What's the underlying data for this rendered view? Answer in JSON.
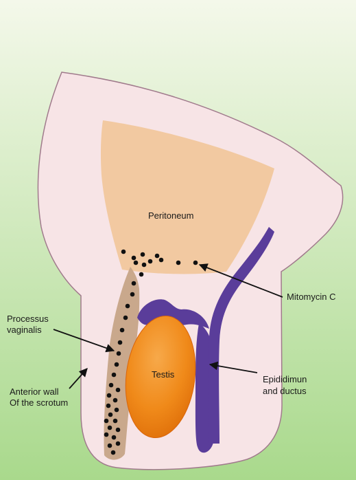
{
  "labels": {
    "peritoneum": "Peritoneum",
    "mitomycin": "Mitomycin C",
    "processus_line1": "Processus",
    "processus_line2": "vaginalis",
    "testis": "Testis",
    "epididimun_line1": "Epididimun",
    "epididimun_line2": "and ductus",
    "anterior_line1": "Anterior wall",
    "anterior_line2": "Of the scrotum"
  },
  "colors": {
    "background_top": "#f4f8ea",
    "background_bottom": "#a9d98c",
    "scrotum_body": "#f7e4e6",
    "outline": "#a07a8c",
    "peritoneum": "#f2c9a1",
    "processus_vaginalis": "#c9a88c",
    "epididymis": "#5a3d9a",
    "testis": "#f08a1a",
    "dots": "#111111",
    "arrows": "#111111"
  }
}
